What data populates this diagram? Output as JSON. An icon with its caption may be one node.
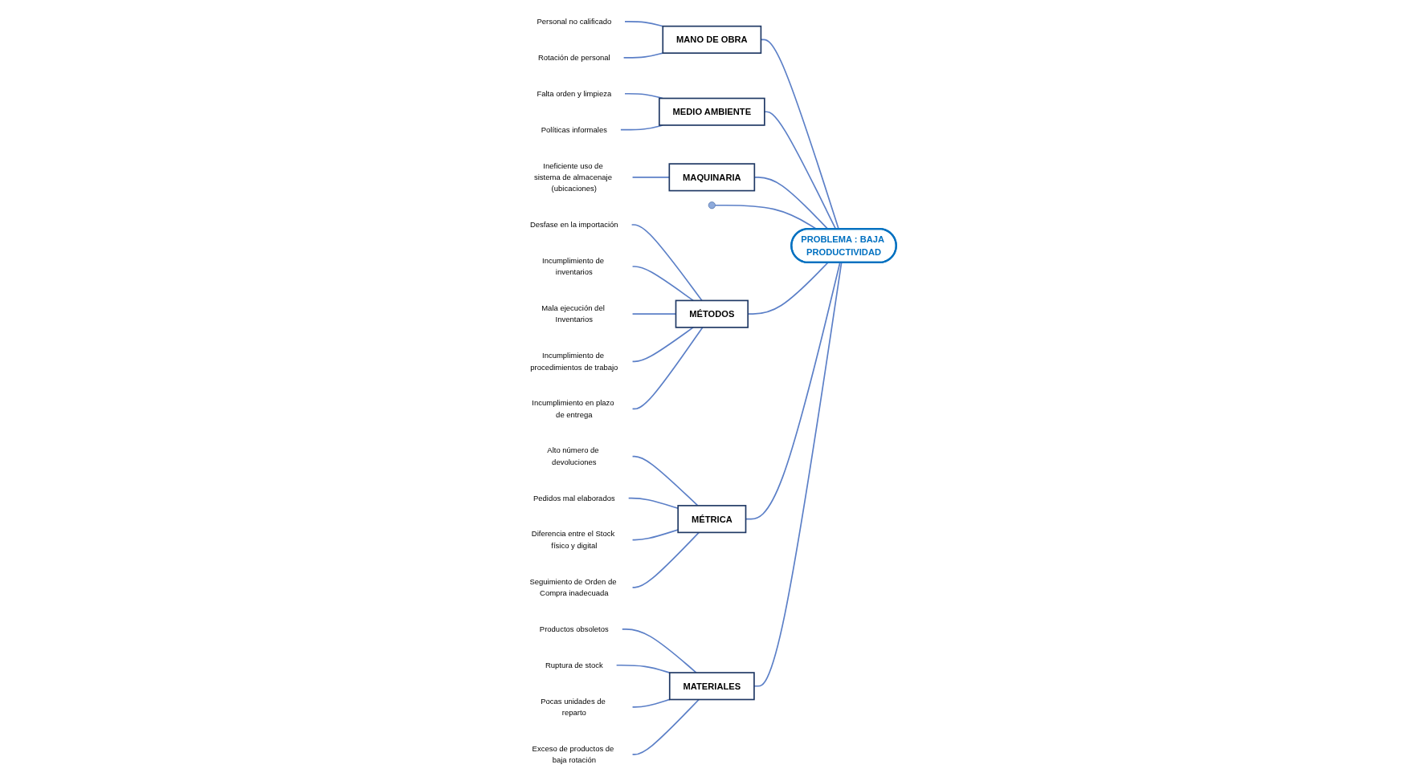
{
  "diagram": {
    "nodes": [
      {
        "text": [
          "MANO DE OBRA"
        ]
      },
      {
        "text": [
          "Personal no calificado"
        ]
      },
      {
        "text": [
          "Rotación de personal"
        ]
      },
      {
        "text": [
          "MEDIO AMBIENTE"
        ]
      },
      {
        "text": [
          "Falta orden y limpieza"
        ]
      },
      {
        "text": [
          "Políticas informales"
        ]
      },
      {
        "text": [
          "MAQUINARIA"
        ]
      },
      {
        "text": [
          "Ineficiente uso de sistema de almacenaje (ubicaciones)"
        ]
      },
      {
        "text": [],
        "shape": "crescent"
      },
      {
        "text": [
          "PROBLEMA : BAJA PRODUCTIVIDAD"
        ]
      },
      {
        "text": [
          "Desfase en la importación"
        ]
      },
      {
        "text": [
          "Incumplimiento de inventarios"
        ]
      },
      {
        "text": [
          "Mala ejecución del Inventarios"
        ]
      },
      {
        "text": [
          "Incumplimiento de procedimientos de trabajo"
        ]
      },
      {
        "text": [
          "Incumplimiento en plazo de entrega"
        ]
      },
      {
        "text": [
          "MÉTODOS"
        ]
      },
      {
        "text": [
          "Alto número de devoluciones"
        ]
      },
      {
        "text": [
          "Pedidos mal elaborados"
        ]
      },
      {
        "text": [
          "Diferencia entre el Stock físico y digital"
        ]
      },
      {
        "text": [
          "Seguimiento de Orden de Compra inadecuada"
        ]
      },
      {
        "text": [
          "MÉTRICA"
        ]
      },
      {
        "text": [
          "Productos obsoletos"
        ]
      },
      {
        "text": [
          "Ruptura de stock"
        ]
      },
      {
        "text": [
          "Pocas unidades de reparto"
        ]
      },
      {
        "text": [
          "Exceso de productos de baja rotación"
        ]
      },
      {
        "text": [
          "MATERIALES"
        ]
      }
    ],
    "edges": [
      {
        "from": 1,
        "to": 0,
        "arrow": "none"
      },
      {
        "from": 2,
        "to": 0,
        "arrow": "none"
      },
      {
        "from": 4,
        "to": 3,
        "arrow": "none"
      },
      {
        "from": 5,
        "to": 3,
        "arrow": "none"
      },
      {
        "from": 7,
        "to": 6,
        "arrow": "none"
      },
      {
        "from": 0,
        "to": 9,
        "arrow": "none"
      },
      {
        "from": 3,
        "to": 9,
        "arrow": "none"
      },
      {
        "from": 6,
        "to": 9,
        "arrow": "none"
      },
      {
        "from": 8,
        "to": 9,
        "arrow": "none"
      },
      {
        "from": 10,
        "to": 15,
        "arrow": "none"
      },
      {
        "from": 11,
        "to": 15,
        "arrow": "none"
      },
      {
        "from": 12,
        "to": 15,
        "arrow": "none"
      },
      {
        "from": 13,
        "to": 15,
        "arrow": "none"
      },
      {
        "from": 14,
        "to": 15,
        "arrow": "none"
      },
      {
        "from": 15,
        "to": 9,
        "arrow": "none"
      },
      {
        "from": 16,
        "to": 20,
        "arrow": "none"
      },
      {
        "from": 17,
        "to": 20,
        "arrow": "none"
      },
      {
        "from": 18,
        "to": 20,
        "arrow": "none"
      },
      {
        "from": 19,
        "to": 20,
        "arrow": "none"
      },
      {
        "from": 20,
        "to": 9,
        "arrow": "none"
      },
      {
        "from": 21,
        "to": 25,
        "arrow": "none"
      },
      {
        "from": 22,
        "to": 25,
        "arrow": "none"
      },
      {
        "from": 23,
        "to": 25,
        "arrow": "none"
      },
      {
        "from": 24,
        "to": 25,
        "arrow": "none"
      },
      {
        "from": 25,
        "to": 9,
        "arrow": "none"
      }
    ]
  }
}
